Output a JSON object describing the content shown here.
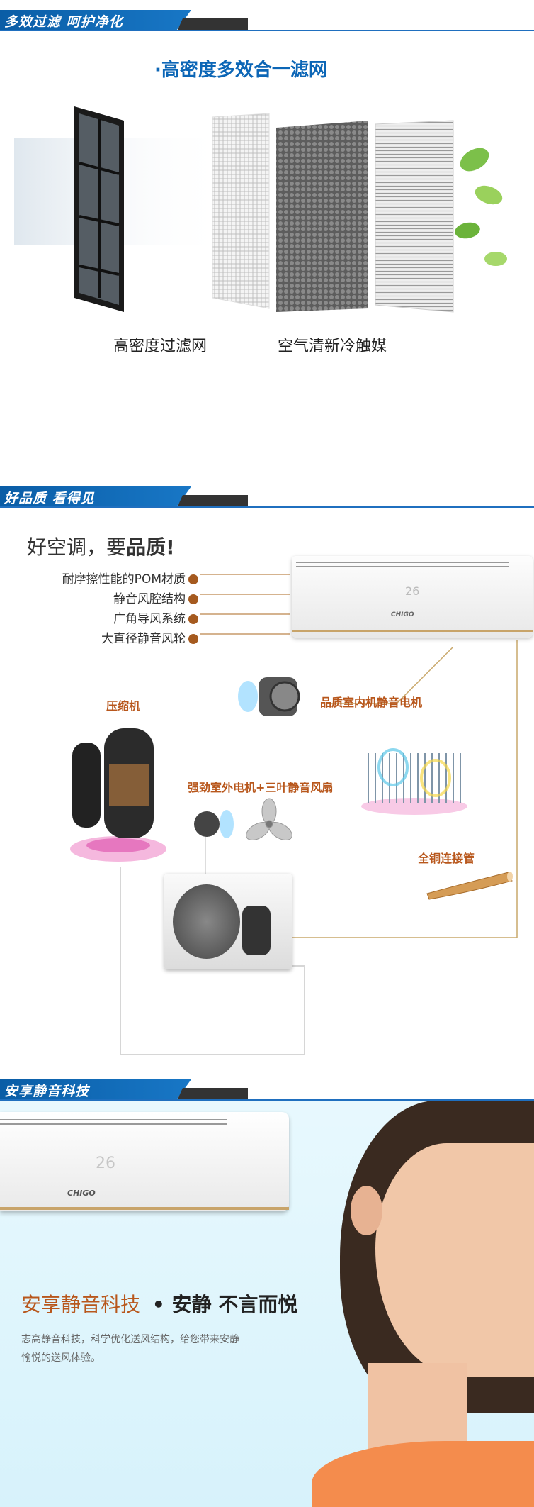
{
  "section1": {
    "header": "多效过滤 呵护净化",
    "subtitle": "·高密度多效合一滤网",
    "label_left": "高密度过滤网",
    "label_right": "空气清新冷触媒"
  },
  "section2": {
    "header": "好品质 看得见",
    "headline_pre": "好空调，要",
    "headline_bold": "品质!",
    "features": [
      "耐摩擦性能的POM材质",
      "静音风腔结构",
      "广角导风系统",
      "大直径静音风轮"
    ],
    "indoor_display": "26",
    "brand": "CHIGO",
    "compressor": "压缩机",
    "indoor_motor": "品质室内机静音电机",
    "outdoor_motor": "强劲室外电机+三叶静音风扇",
    "copper_pipe": "全铜连接管"
  },
  "section3": {
    "header": "安享静音科技",
    "display": "26",
    "brand": "CHIGO",
    "title_orange": "安享静音科技",
    "title_bold": "• 安静  不言而悦",
    "desc_line1": "志高静音科技，科学优化送风结构，给您带来安静",
    "desc_line2": "愉悦的送风体验。"
  },
  "colors": {
    "accent_blue": "#0c66b6",
    "accent_orange": "#b8571c",
    "dark_bar": "#333333"
  }
}
